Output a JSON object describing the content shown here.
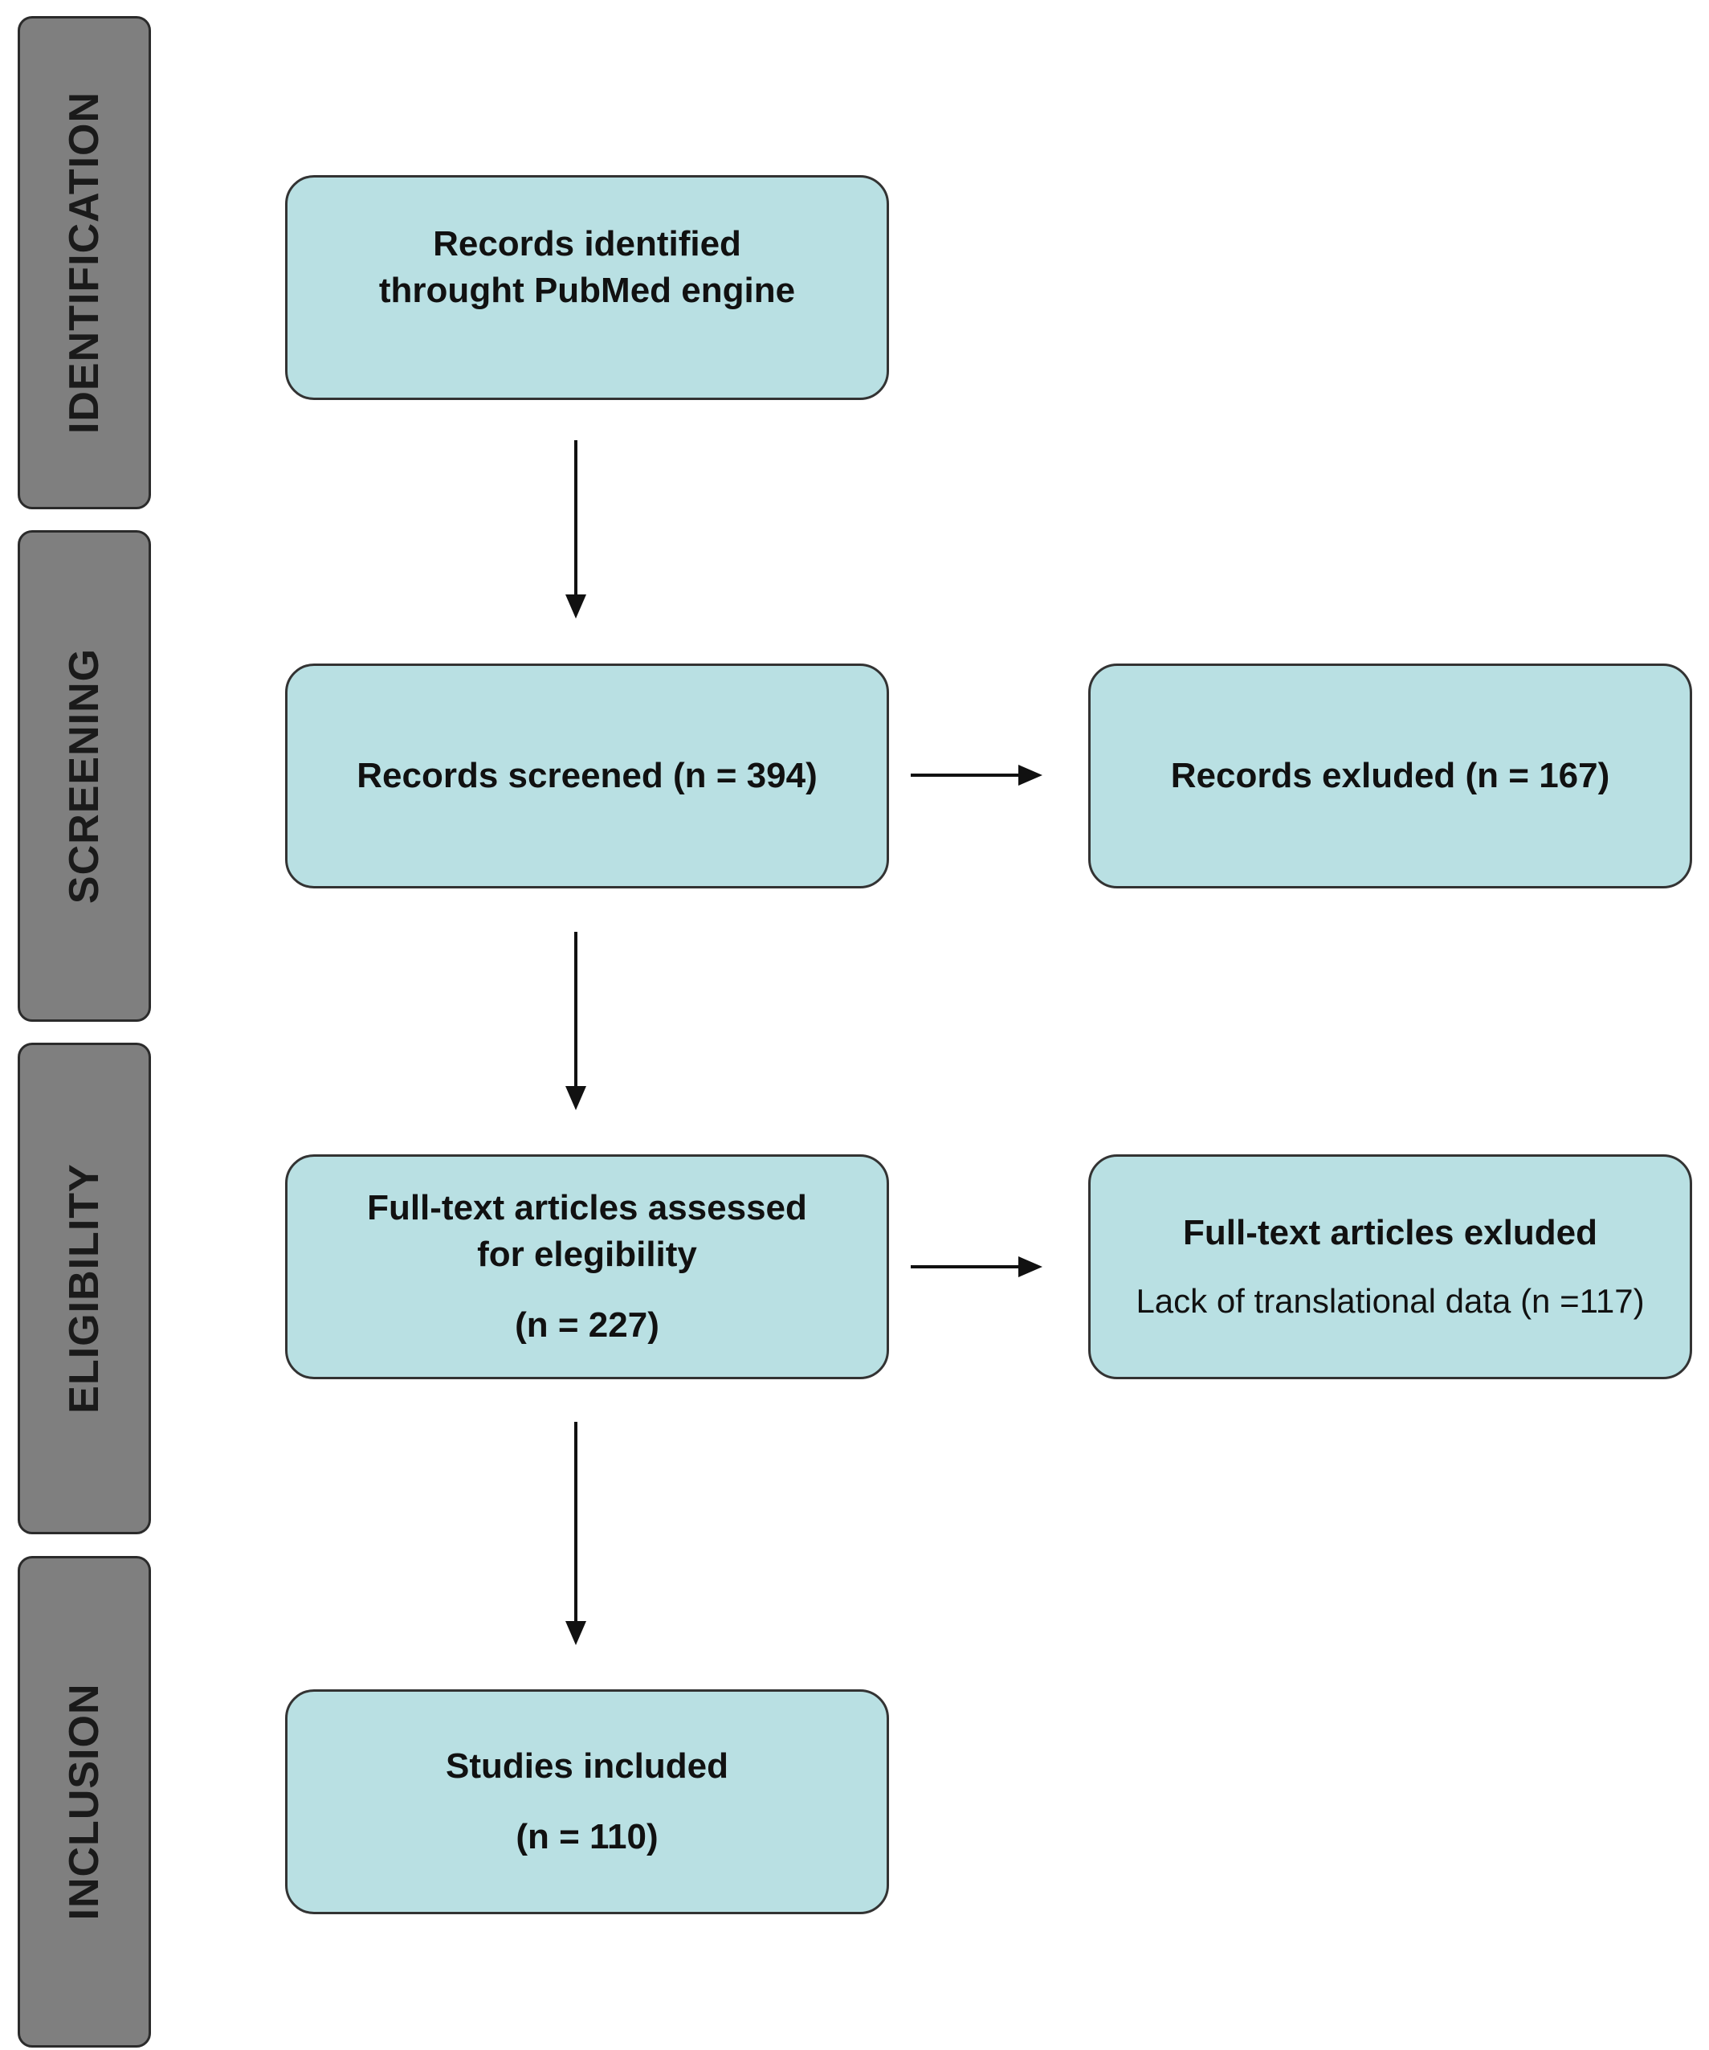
{
  "stages": {
    "identification": "IDENTIFICATION",
    "screening": "SCREENING",
    "eligibility": "ELIGIBILITY",
    "inclusion": "INCLUSION"
  },
  "boxes": {
    "identified": {
      "line1": "Records identified",
      "line2": "throught PubMed engine"
    },
    "screened": {
      "line1": "Records screened (n = 394)"
    },
    "excluded": {
      "line1": "Records exluded (n = 167)"
    },
    "fulltext": {
      "line1": "Full-text articles assessed",
      "line2": "for elegibility",
      "count": "(n = 227)"
    },
    "fulltext_excluded": {
      "title": "Full-text articles exluded",
      "reason": "Lack of translational data (n =117)"
    },
    "included": {
      "line1": "Studies included",
      "count": "(n = 110)"
    }
  },
  "colors": {
    "box_fill": "#b9e0e3",
    "stage_fill": "#7f7f7f",
    "outline": "#333333"
  }
}
